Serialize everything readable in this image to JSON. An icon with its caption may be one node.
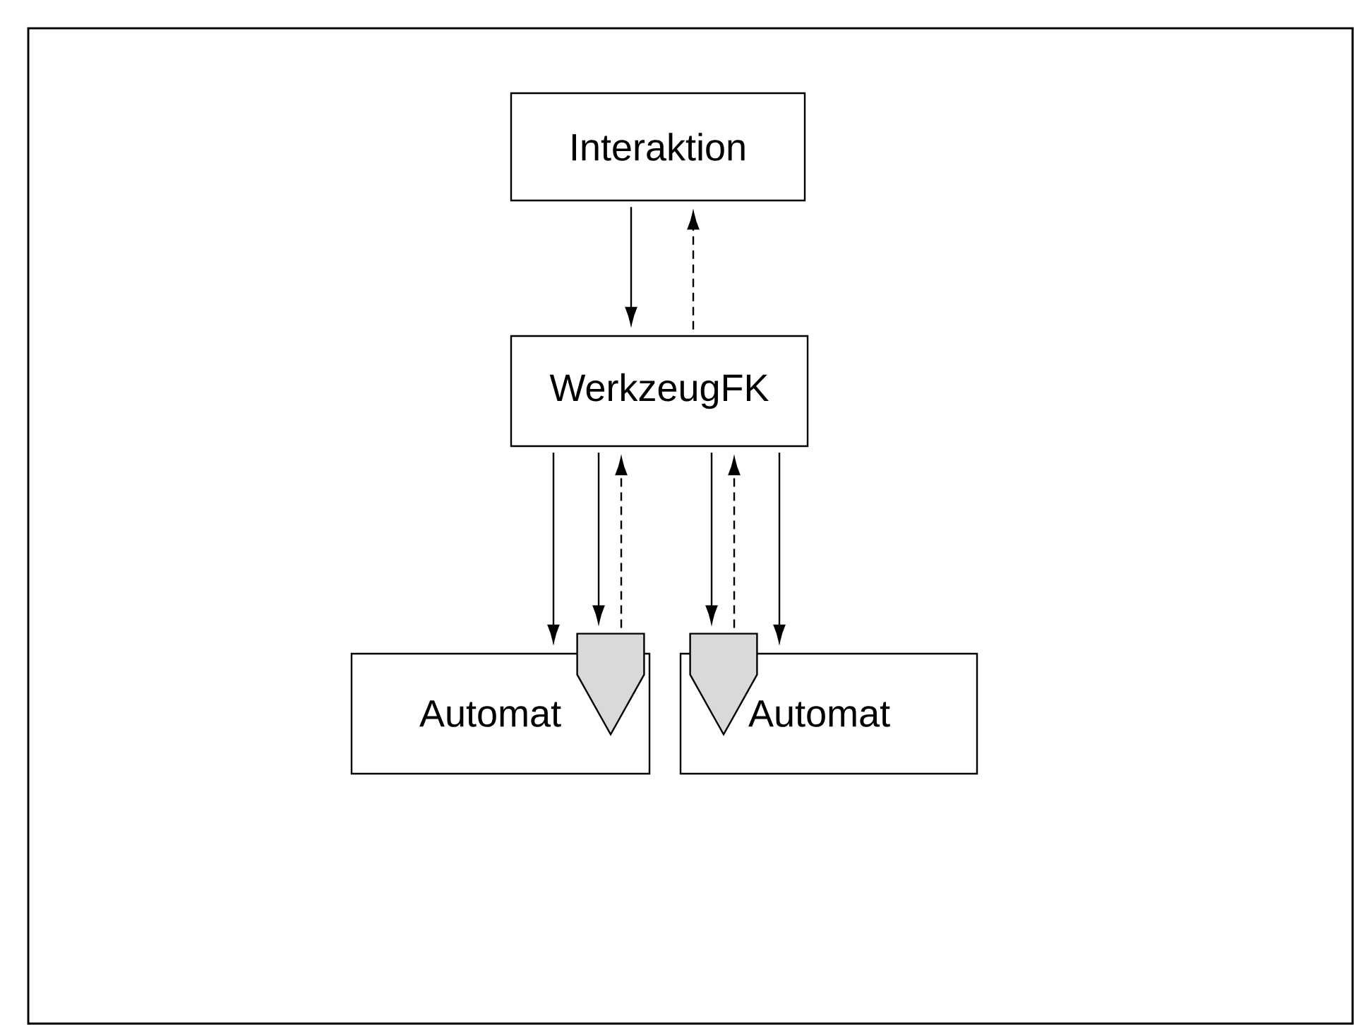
{
  "diagram": {
    "nodes": [
      {
        "text": [
          "Interaktion"
        ]
      },
      {
        "text": [
          "WerkzeugFK"
        ]
      },
      {
        "text": [
          "Automat"
        ]
      },
      {
        "text": [
          "Automat"
        ]
      },
      {
        "text": [],
        "shape": "pentagon"
      },
      {
        "text": [],
        "shape": "pentagon"
      }
    ],
    "edges": [
      {
        "from": 0,
        "to": 1,
        "arrow": "to"
      },
      {
        "from": 1,
        "to": 0,
        "arrow": "to",
        "style": "dashed"
      },
      {
        "from": 1,
        "to": 2,
        "arrow": "to"
      },
      {
        "from": 1,
        "to": 4,
        "arrow": "to"
      },
      {
        "from": 4,
        "to": 1,
        "arrow": "to",
        "style": "dashed"
      },
      {
        "from": 1,
        "to": 5,
        "arrow": "to"
      },
      {
        "from": 5,
        "to": 1,
        "arrow": "to",
        "style": "dashed"
      },
      {
        "from": 1,
        "to": 3,
        "arrow": "to"
      }
    ]
  }
}
